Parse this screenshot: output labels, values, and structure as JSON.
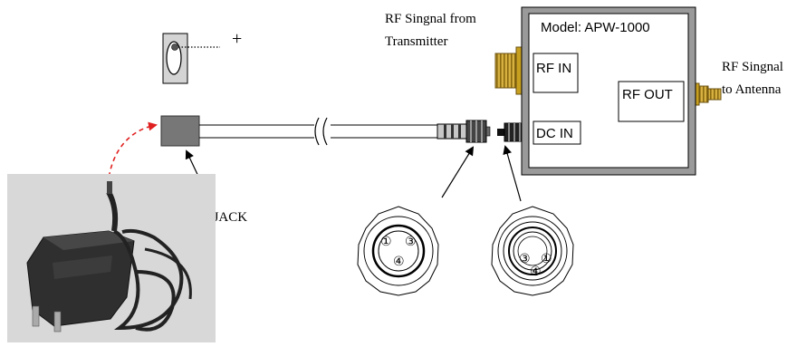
{
  "labels": {
    "plus": "+",
    "rf_from_line1": "RF Singnal from",
    "rf_from_line2": "Transmitter",
    "rf_to_line1": "RF Singnal",
    "rf_to_line2": "to Antenna",
    "dc_jack": "DC JACK"
  },
  "device": {
    "model": "Model: APW-1000",
    "rf_in": "RF IN",
    "rf_out": "RF OUT",
    "dc_in": "DC IN"
  },
  "connector_left": {
    "pin1": "①",
    "pin3": "③",
    "pin4": "④"
  },
  "connector_right": {
    "pin1": "①",
    "pin3": "③",
    "pin4": "④"
  },
  "colors": {
    "dashed_arrow": "#e02020",
    "jack_body": "#777777",
    "fitting": "#c8a020"
  }
}
